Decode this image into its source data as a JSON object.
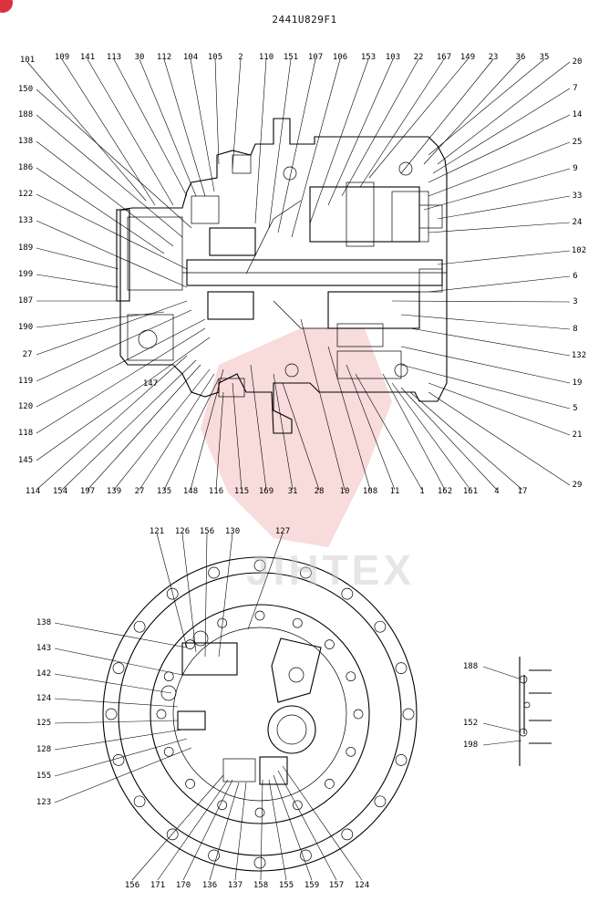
{
  "drawing_number": "2441U829F1",
  "watermark": "JIHTEX",
  "colors": {
    "watermark_mark": "#e05a5a",
    "corner_badge": "#d9333f"
  },
  "section_view": {
    "top_callouts": [
      "101",
      "109",
      "141",
      "113",
      "30",
      "112",
      "104",
      "105",
      "2",
      "110",
      "151",
      "107",
      "106",
      "153",
      "103",
      "22",
      "167",
      "149",
      "23",
      "36",
      "35"
    ],
    "left_callouts": [
      "150",
      "188",
      "138",
      "186",
      "122",
      "133",
      "189",
      "199",
      "187",
      "190",
      "27",
      "119",
      "120",
      "118",
      "145"
    ],
    "right_callouts": [
      "20",
      "7",
      "14",
      "25",
      "9",
      "33",
      "24",
      "102",
      "6",
      "3",
      "8",
      "132",
      "19",
      "5",
      "21",
      "29"
    ],
    "bottom_callouts": [
      "114",
      "154",
      "197",
      "139",
      "27",
      "135",
      "148",
      "116",
      "115",
      "169",
      "31",
      "28",
      "10",
      "108",
      "11",
      "1",
      "162",
      "161",
      "4",
      "17"
    ],
    "inner_callouts": [
      "147"
    ]
  },
  "face_view": {
    "top_callouts": [
      "121",
      "126",
      "156",
      "130",
      "127"
    ],
    "left_callouts": [
      "138",
      "143",
      "142",
      "124",
      "125",
      "128",
      "155",
      "123"
    ],
    "bottom_callouts": [
      "156",
      "171",
      "170",
      "136",
      "137",
      "158",
      "155",
      "159",
      "157",
      "124"
    ]
  },
  "detail_view": {
    "callouts": [
      "188",
      "152",
      "198"
    ]
  }
}
